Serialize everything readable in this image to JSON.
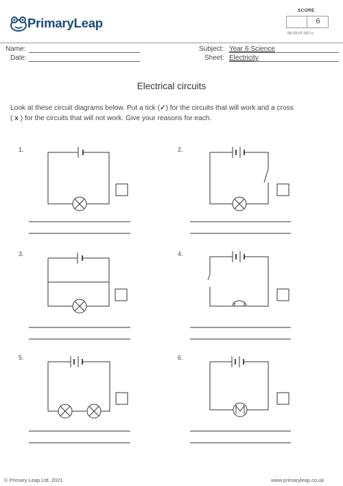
{
  "header": {
    "brand_name": "PrimaryLeap",
    "score_label": "SCORE",
    "score_value": "6",
    "sheet_code": "06-03-07-007-s"
  },
  "fields": {
    "name_label": "Name:",
    "date_label": "Date:",
    "subject_label": "Subject:",
    "subject_value": "Year 6 Science",
    "sheet_label": "Sheet:",
    "sheet_value": "Electricity"
  },
  "title": "Electrical circuits",
  "instructions": {
    "line1_a": "Look at these circuit diagrams below. Put a tick (",
    "tick_symbol": "✓",
    "line1_b": ") for the circuits that will work and a cross",
    "line2_a": "( ",
    "cross_symbol": "x",
    "line2_b": " ) for the circuits that will not work. Give your reasons for each."
  },
  "questions": [
    {
      "number": "1."
    },
    {
      "number": "2."
    },
    {
      "number": "3."
    },
    {
      "number": "4."
    },
    {
      "number": "5."
    },
    {
      "number": "6."
    }
  ],
  "footer": {
    "copyright": "© Primary Leap Ltd. 2021",
    "website": "www.primaryleap.co.uk"
  }
}
